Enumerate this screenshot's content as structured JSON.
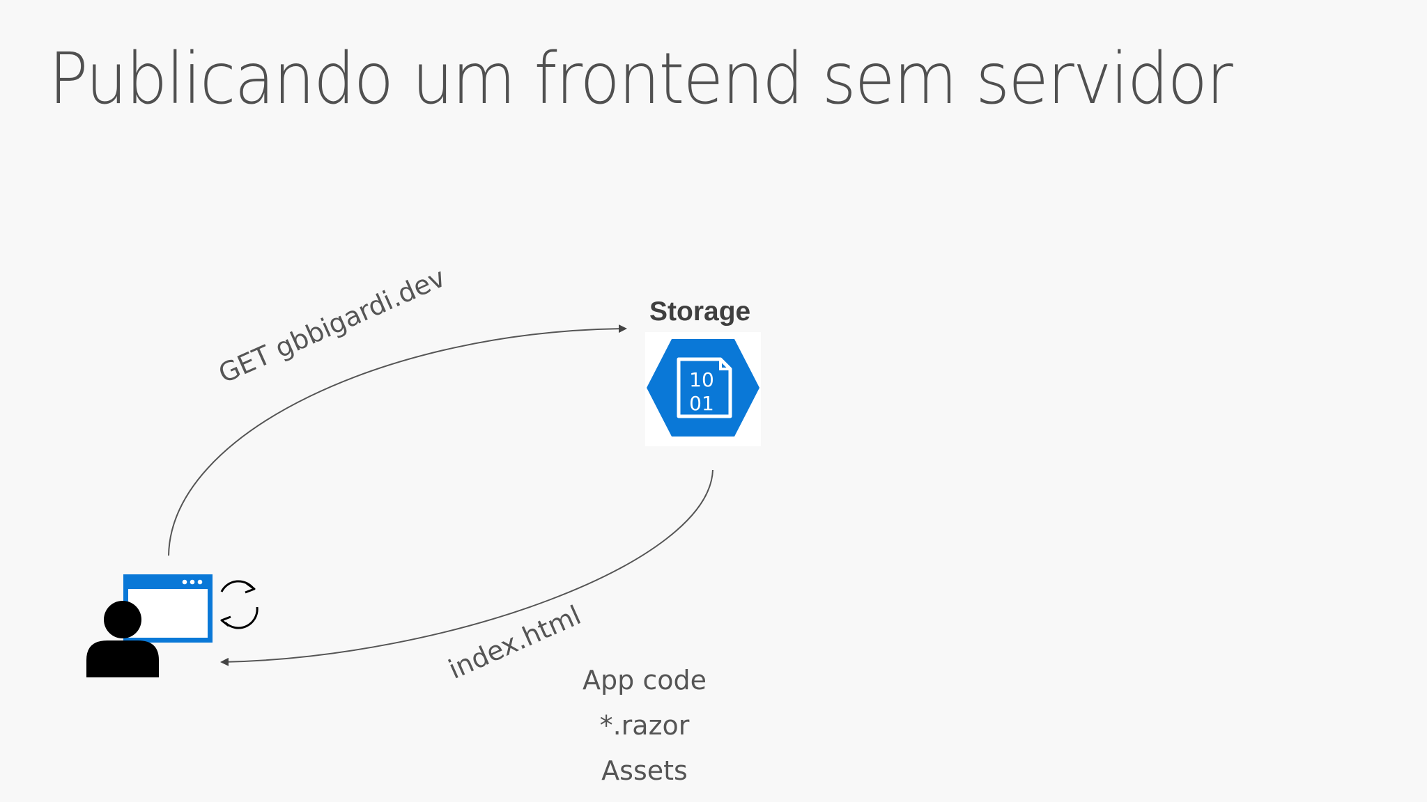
{
  "slide": {
    "title": "Publicando um frontend sem servidor"
  },
  "storage": {
    "label": "Storage",
    "icon": "azure-storage-icon",
    "icon_text_line1": "10",
    "icon_text_line2": "01",
    "accent_color": "#0a78d7"
  },
  "client": {
    "user_icon": "user-icon",
    "browser_icon": "browser-window-icon",
    "refresh_icon": "refresh-icon"
  },
  "edges": {
    "request_label": "GET gbbigardi.dev",
    "response_label": "index.html"
  },
  "files": [
    "App code",
    "*.razor",
    "Assets"
  ]
}
